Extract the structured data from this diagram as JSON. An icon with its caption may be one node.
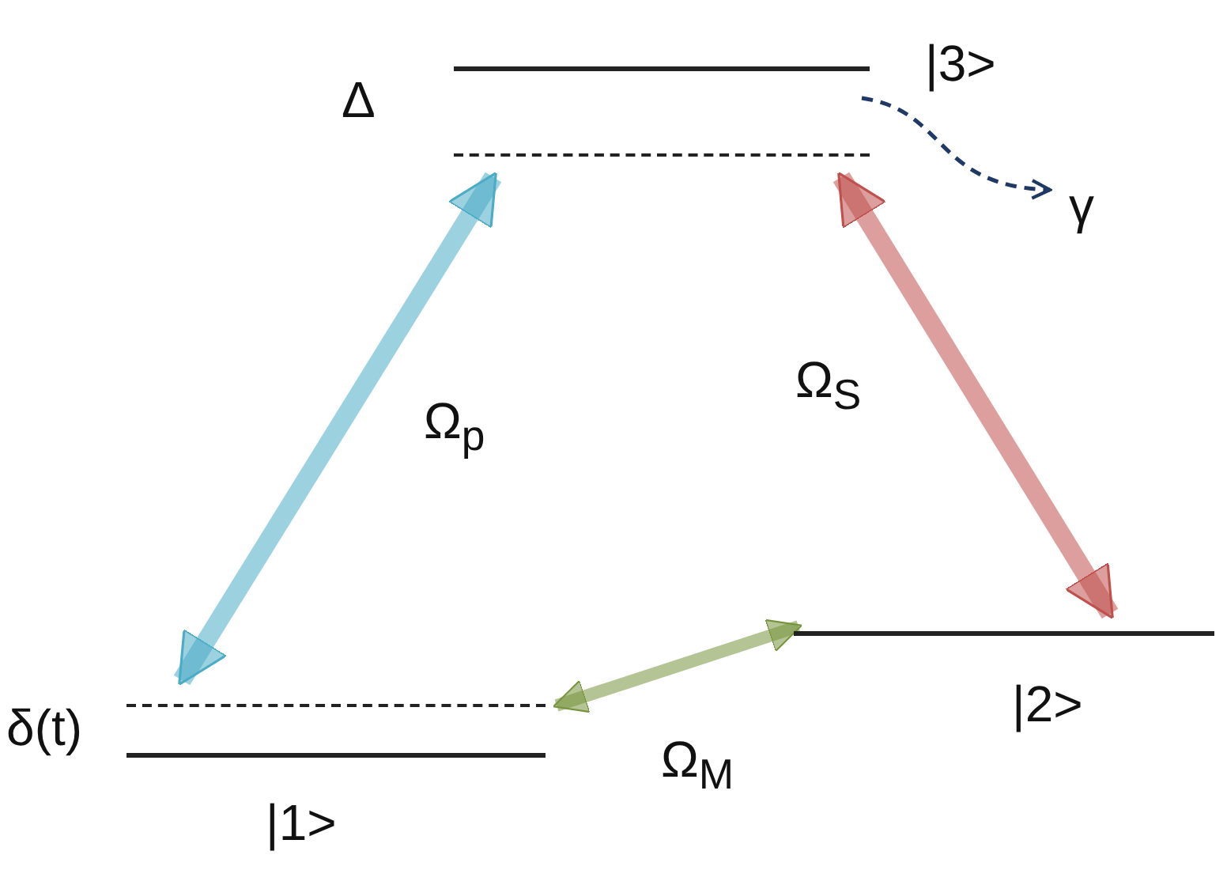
{
  "diagram": {
    "nodes": [
      {
        "text": [
          "|3>"
        ]
      },
      {
        "text": [],
        "shape": "bar"
      },
      {
        "text": [
          "γ"
        ]
      },
      {
        "text": [],
        "shape": "bar"
      },
      {
        "text": [
          "|1>"
        ]
      },
      {
        "text": [
          "|2>"
        ]
      }
    ],
    "edges": [
      {
        "from": 0,
        "to": 2,
        "arrow": "to",
        "style": "dashed",
        "color": "#1f3864"
      },
      {
        "from": 3,
        "to": 1,
        "arrow": "both",
        "label": "Ω$_{p}$",
        "color": "#4bacc6"
      },
      {
        "from": 1,
        "to": 5,
        "arrow": "both",
        "label": "Ω$_{S}$",
        "color": "#c0504d"
      },
      {
        "from": 3,
        "to": 5,
        "arrow": "both",
        "label": "Ω$_{M}$",
        "color": "#77933c"
      }
    ],
    "labels": [
      "Δ",
      "δ(t)"
    ]
  }
}
